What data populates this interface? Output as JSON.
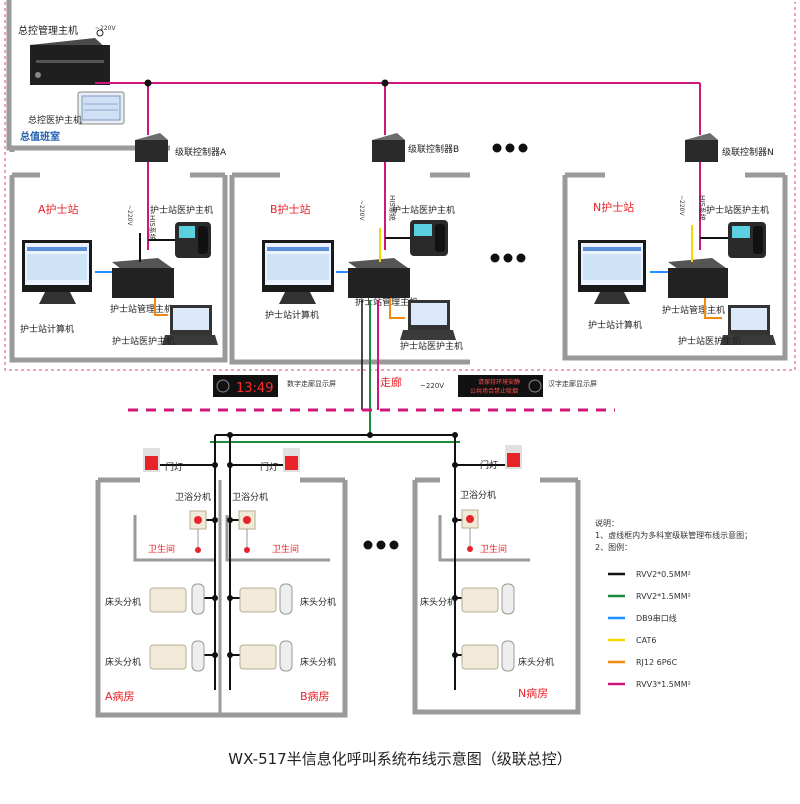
{
  "title": "WX-517半信息化呼叫系统布线示意图（级联总控）",
  "colors": {
    "rvv2_05": "#111111",
    "rvv2_15": "#1b8a3a",
    "db9": "#1e90ff",
    "cat6": "#f5d800",
    "rj12": "#f08a10",
    "rvv3_15": "#d0167a",
    "red_label": "#e8232a",
    "dashed_box": "#e0457a",
    "wall": "#9a9a9a"
  },
  "duty_room": {
    "master_host": "总控管理主机",
    "master_nurse_host": "总控医护主机",
    "room_label": "总值班室",
    "power_220": "~220V"
  },
  "controllers": {
    "a": "级联控制器A",
    "b": "级联控制器B",
    "n": "级联控制器N"
  },
  "stations": {
    "a_name": "A护士站",
    "b_name": "B护士站",
    "n_name": "N护士站",
    "nurse_host": "护士站医护主机",
    "manage_host": "护士站管理主机",
    "computer": "护士站计算机",
    "his": "HIS系统",
    "power_220": "~220V"
  },
  "corridor": {
    "label": "走廊",
    "clock_text": "13:49",
    "digital_display": "数字走廊显示屏",
    "chinese_display": "汉字走廊显示屏",
    "led_line1": "请保持环境安静",
    "led_line2": "公共场合禁止吸烟",
    "power_220": "~220V"
  },
  "ward": {
    "door_light": "门灯",
    "bathroom_ext": "卫浴分机",
    "bathroom": "卫生间",
    "bed_ext": "床头分机",
    "room_a": "A病房",
    "room_b": "B病房",
    "room_n": "N病房"
  },
  "notes": {
    "heading": "说明：",
    "line1": "1、虚线框内为多科室级联管理布线示意图；",
    "line2": "2、图例："
  },
  "legend": [
    {
      "label": "RVV2*0.5MM²",
      "color": "#111111"
    },
    {
      "label": "RVV2*1.5MM²",
      "color": "#1b8a3a"
    },
    {
      "label": "DB9串口线",
      "color": "#1e90ff"
    },
    {
      "label": "CAT6",
      "color": "#f5d800"
    },
    {
      "label": "RJ12 6P6C",
      "color": "#f08a10"
    },
    {
      "label": "RVV3*1.5MM²",
      "color": "#d0167a"
    }
  ]
}
